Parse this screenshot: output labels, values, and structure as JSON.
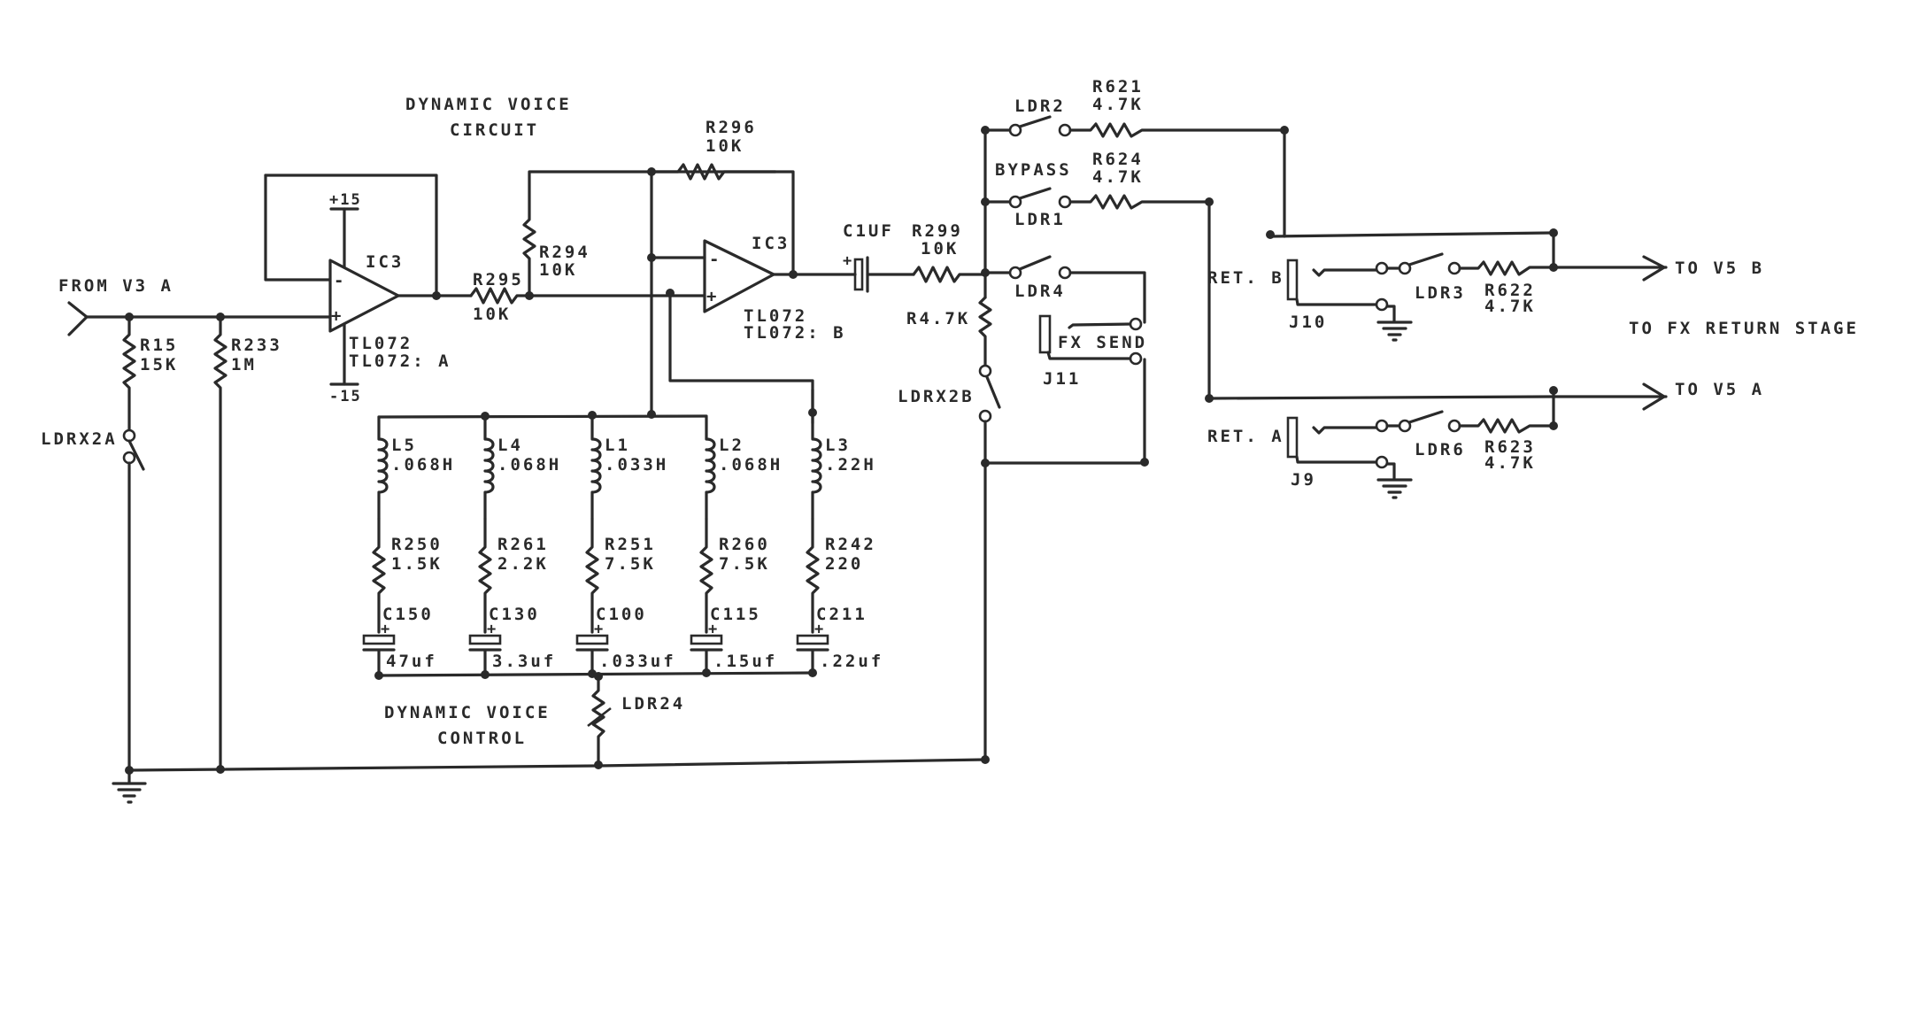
{
  "diagram": {
    "type": "electronic-schematic",
    "titles": {
      "circuit_title_line1": "DYNAMIC VOICE",
      "circuit_title_line2": "CIRCUIT",
      "control_title_line1": "DYNAMIC VOICE",
      "control_title_line2": "CONTROL"
    },
    "ports": {
      "input": "FROM V3 A",
      "output_b": "TO V5 B",
      "output_a": "TO V5 A",
      "output_group": "TO FX RETURN STAGE"
    },
    "opamp_a": {
      "ref": "IC3",
      "part": "TL072",
      "unit": "TL072: A",
      "vplus": "+15",
      "vminus": "-15",
      "in_minus": "-",
      "in_plus": "+"
    },
    "opamp_b": {
      "ref": "IC3",
      "part": "TL072",
      "unit": "TL072: B",
      "in_minus": "-",
      "in_plus": "+"
    },
    "resistors": {
      "r15": {
        "ref": "R15",
        "value": "15K"
      },
      "r233": {
        "ref": "R233",
        "value": "1M"
      },
      "r295": {
        "ref": "R295",
        "value": "10K"
      },
      "r294": {
        "ref": "R294",
        "value": "10K"
      },
      "r296": {
        "ref": "R296",
        "value": "10K"
      },
      "r299": {
        "ref": "R299",
        "value": "10K"
      },
      "r47k": {
        "label": "R4.7K"
      },
      "r621": {
        "ref": "R621",
        "value": "4.7K"
      },
      "r624": {
        "ref": "R624",
        "value": "4.7K"
      },
      "r622": {
        "ref": "R622",
        "value": "4.7K"
      },
      "r623": {
        "ref": "R623",
        "value": "4.7K"
      }
    },
    "capacitor_c1": {
      "label": "C1UF",
      "polarity": "+"
    },
    "switches": {
      "ldrx2a": "LDRX2A",
      "ldrx2b": "LDRX2B",
      "ldr2": "LDR2",
      "ldr1": "LDR1",
      "ldr4": "LDR4",
      "ldr3": "LDR3",
      "ldr6": "LDR6",
      "bypass": "BYPASS"
    },
    "ldr24": {
      "ref": "LDR24"
    },
    "jacks": {
      "j11": {
        "ref": "J11",
        "name": "FX SEND"
      },
      "j10": {
        "ref": "J10",
        "name": "RET. B"
      },
      "j9": {
        "ref": "J9",
        "name": "RET. A"
      }
    },
    "filter_branches": [
      {
        "inductor": "L5",
        "l_value": ".068H",
        "resistor": "R250",
        "r_value": "1.5K",
        "capacitor": "C150",
        "c_value": "47uf"
      },
      {
        "inductor": "L4",
        "l_value": ".068H",
        "resistor": "R261",
        "r_value": "2.2K",
        "capacitor": "C130",
        "c_value": "3.3uf"
      },
      {
        "inductor": "L1",
        "l_value": ".033H",
        "resistor": "R251",
        "r_value": "7.5K",
        "capacitor": "C100",
        "c_value": ".033uf"
      },
      {
        "inductor": "L2",
        "l_value": ".068H",
        "resistor": "R260",
        "r_value": "7.5K",
        "capacitor": "C115",
        "c_value": ".15uf"
      },
      {
        "inductor": "L3",
        "l_value": ".22H",
        "resistor": "R242",
        "r_value": "220",
        "capacitor": "C211",
        "c_value": ".22uf"
      }
    ],
    "cap_polarity": "+"
  }
}
